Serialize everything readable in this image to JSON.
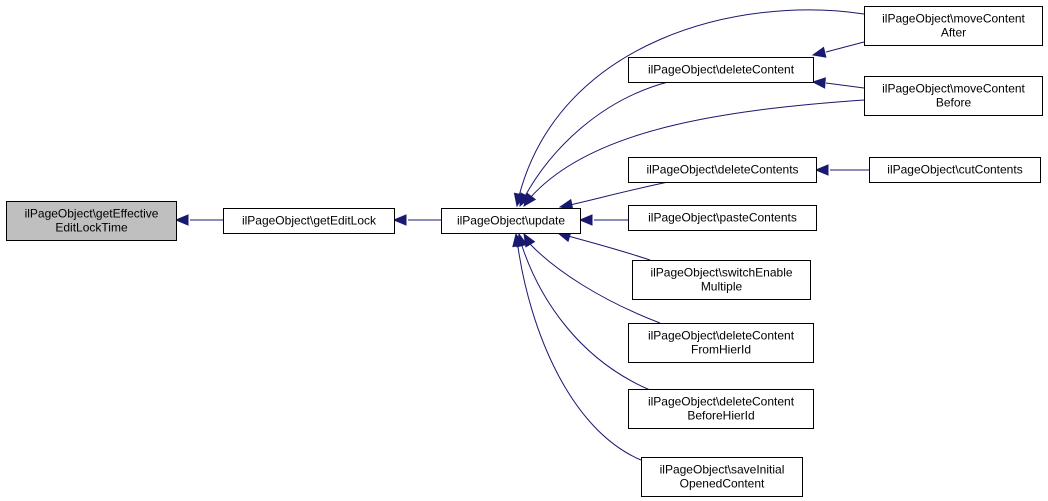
{
  "nodes": [
    {
      "id": "getEffectiveEditLockTime",
      "lines": [
        "ilPageObject\\getEffective",
        "EditLockTime"
      ],
      "highlighted": true
    },
    {
      "id": "getEditLock",
      "lines": [
        "ilPageObject\\getEditLock"
      ]
    },
    {
      "id": "update",
      "lines": [
        "ilPageObject\\update"
      ]
    },
    {
      "id": "moveContentAfter",
      "lines": [
        "ilPageObject\\moveContent",
        "After"
      ]
    },
    {
      "id": "deleteContent",
      "lines": [
        "ilPageObject\\deleteContent"
      ]
    },
    {
      "id": "moveContentBefore",
      "lines": [
        "ilPageObject\\moveContent",
        "Before"
      ]
    },
    {
      "id": "deleteContents",
      "lines": [
        "ilPageObject\\deleteContents"
      ]
    },
    {
      "id": "cutContents",
      "lines": [
        "ilPageObject\\cutContents"
      ]
    },
    {
      "id": "pasteContents",
      "lines": [
        "ilPageObject\\pasteContents"
      ]
    },
    {
      "id": "switchEnableMultiple",
      "lines": [
        "ilPageObject\\switchEnable",
        "Multiple"
      ]
    },
    {
      "id": "deleteContentFromHierId",
      "lines": [
        "ilPageObject\\deleteContent",
        "FromHierId"
      ]
    },
    {
      "id": "deleteContentBeforeHierId",
      "lines": [
        "ilPageObject\\deleteContent",
        "BeforeHierId"
      ]
    },
    {
      "id": "saveInitialOpenedContent",
      "lines": [
        "ilPageObject\\saveInitial",
        "OpenedContent"
      ]
    }
  ],
  "edges": [
    {
      "from": "getEditLock",
      "to": "getEffectiveEditLockTime"
    },
    {
      "from": "update",
      "to": "getEditLock"
    },
    {
      "from": "moveContentAfter",
      "to": "update"
    },
    {
      "from": "deleteContent",
      "to": "update"
    },
    {
      "from": "moveContentBefore",
      "to": "update"
    },
    {
      "from": "deleteContents",
      "to": "update"
    },
    {
      "from": "pasteContents",
      "to": "update"
    },
    {
      "from": "switchEnableMultiple",
      "to": "update"
    },
    {
      "from": "deleteContentFromHierId",
      "to": "update"
    },
    {
      "from": "deleteContentBeforeHierId",
      "to": "update"
    },
    {
      "from": "saveInitialOpenedContent",
      "to": "update"
    },
    {
      "from": "moveContentAfter",
      "to": "deleteContent"
    },
    {
      "from": "moveContentBefore",
      "to": "deleteContent"
    },
    {
      "from": "cutContents",
      "to": "deleteContents"
    }
  ],
  "colors": {
    "edge": "#191970",
    "highlighted_fill": "#bfbfbf"
  }
}
